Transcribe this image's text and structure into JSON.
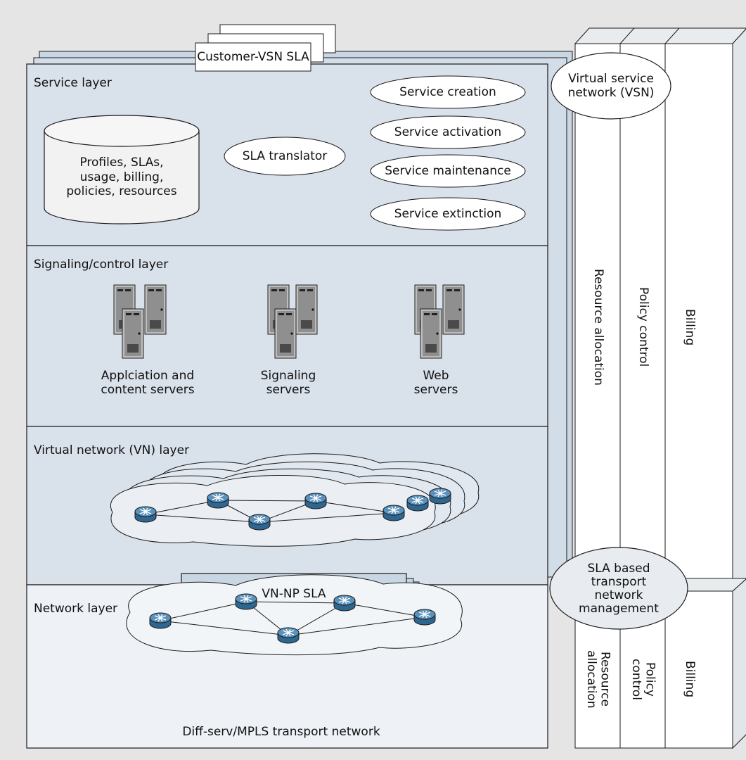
{
  "layers": {
    "service": "Service layer",
    "signaling": "Signaling/control layer",
    "virtual_network": "Virtual network (VN) layer",
    "network": "Network layer"
  },
  "sla": {
    "customer_vsn": "Customer-VSN SLA",
    "vn_np": "VN-NP SLA"
  },
  "service_layer": {
    "database": "Profiles, SLAs,\nusage, billing,\npolicies, resources",
    "translator": "SLA translator",
    "functions": [
      "Service creation",
      "Service activation",
      "Service maintenance",
      "Service extinction"
    ]
  },
  "signaling_layer": {
    "server_groups": [
      {
        "label": "Applciation and\ncontent servers"
      },
      {
        "label": "Signaling\nservers"
      },
      {
        "label": "Web\nservers"
      }
    ]
  },
  "network_layer": {
    "caption": "Diff-serv/MPLS transport network"
  },
  "management": {
    "vsn": "Virtual service\nnetwork (VSN)",
    "transport": "SLA based\ntransport\nnetwork\nmanagement",
    "upper_columns": [
      "Resource allocation",
      "Policy control",
      "Billing"
    ],
    "lower_columns": [
      "Resource\nallocation",
      "Policy\ncontrol",
      "Billing"
    ]
  },
  "colors": {
    "background": "#e5e5e5",
    "layer_fill": "#d9e1eb",
    "network_fill": "#eef2f6",
    "sla_fill": "#c9d6e3",
    "router_fill": "#4f86b0",
    "outline": "#1a1a1a"
  }
}
